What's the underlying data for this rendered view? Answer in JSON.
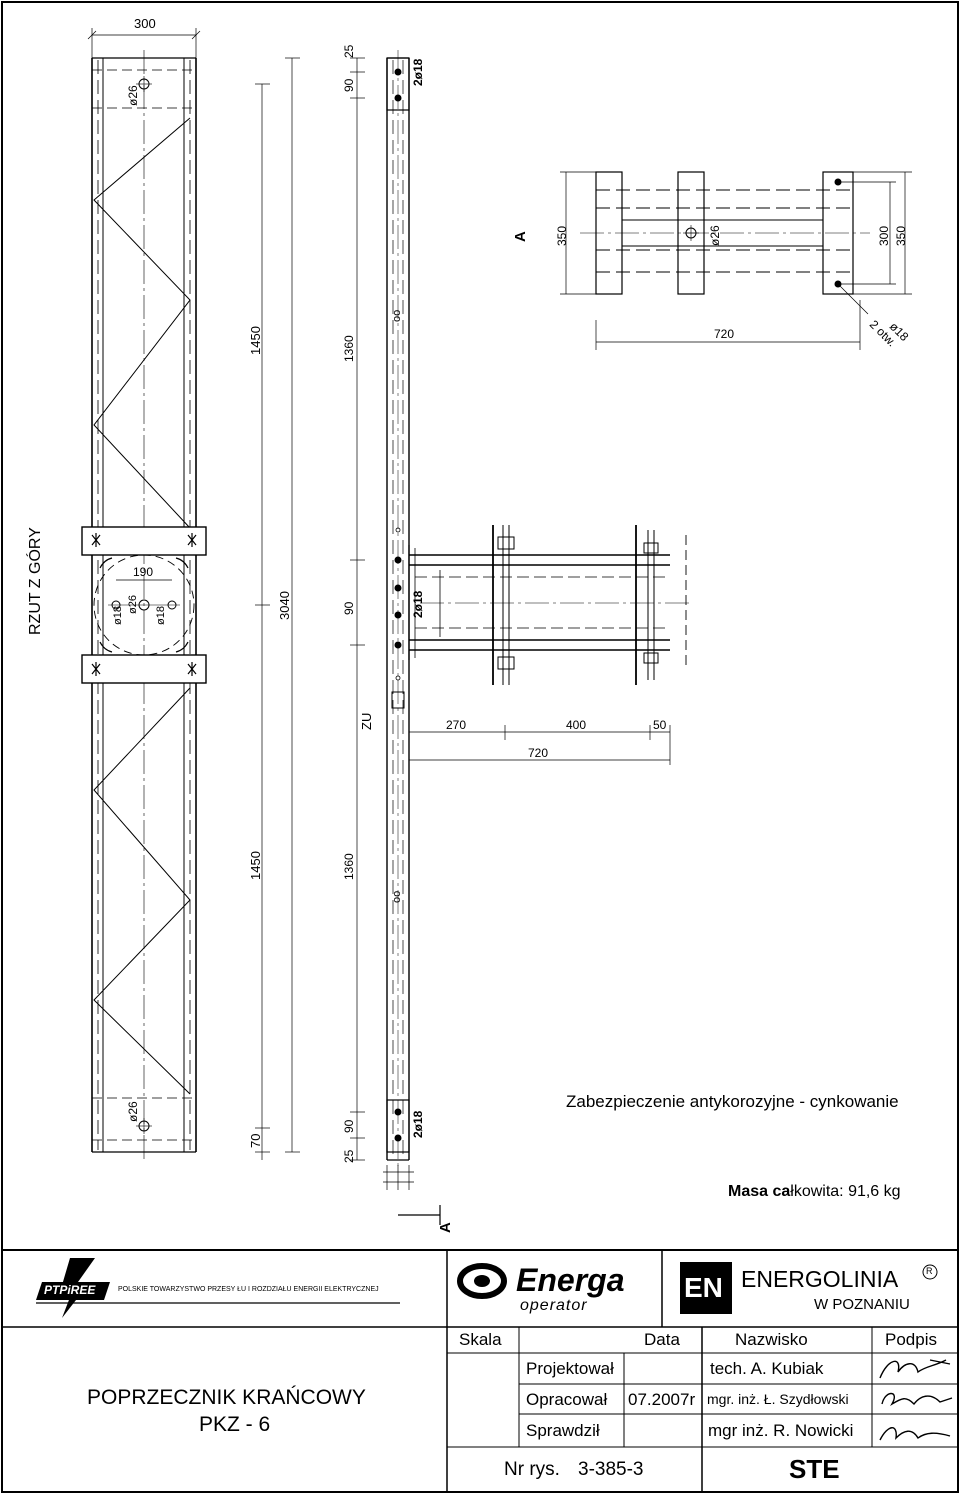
{
  "drawing": {
    "view_label": "RZUT Z GÓRY",
    "section_label": "A",
    "section_mark": "A",
    "dims_left": {
      "width": "300",
      "d1450_top": "1450",
      "d3040": "3040",
      "d1450_bottom": "1450",
      "d70": "70",
      "d190": "190"
    },
    "dims_mid": {
      "d25_top": "25",
      "d90_top": "90",
      "d1360_top": "1360",
      "d90_mid": "90",
      "d1360_bottom": "1360",
      "d90_bot": "90",
      "d25_bot": "25",
      "zu": "ZU",
      "oo_1": "oo",
      "oo_2": "oo"
    },
    "dims_arm": {
      "d270": "270",
      "d400": "400",
      "d50": "50",
      "d720": "720"
    },
    "dims_detail": {
      "d350_left": "350",
      "d300": "300",
      "d350_right": "350",
      "d720": "720",
      "holes": "2 otw.",
      "holes_dia": "ø18"
    },
    "hole_labels": {
      "phi26": "ø26",
      "phi18": "ø18",
      "two_phi18": "2ø18"
    }
  },
  "notes": {
    "corrosion": "Zabezpieczenie antykorozyjne - cynkowanie",
    "mass_bold": "Masa ca",
    "mass_rest": "łkowita: 91,6 kg"
  },
  "title_block": {
    "ptpiree_logo": "PTPiREE",
    "ptpiree_text": "POLSKIE TOWARZYSTWO PRZESY ŁU I ROZDZIAŁU ENERGII ELEKTRYCZNEJ",
    "energa_name": "Energa",
    "energa_sub": "operator",
    "en_badge": "EN",
    "energolinia": "ENERGOLINIA",
    "registered": "R",
    "energolinia_city": "W POZNANIU",
    "title_line1": "POPRZECZNIK  KRAŃCOWY",
    "title_line2": "PKZ - 6",
    "col_scale": "Skala",
    "col_date": "Data",
    "col_name": "Nazwisko",
    "col_sign": "Podpis",
    "row1_role": "Projektował",
    "row1_date": "",
    "row1_name": "tech. A. Kubiak",
    "row2_role": "Opracował",
    "row2_date": "07.2007r",
    "row2_name": "mgr. inż. Ł. Szydłowski",
    "row3_role": "Sprawdził",
    "row3_date": "",
    "row3_name": "mgr inż. R. Nowicki",
    "nr_label": "Nr rys.",
    "nr_value": "3-385-3",
    "code": "STE"
  }
}
